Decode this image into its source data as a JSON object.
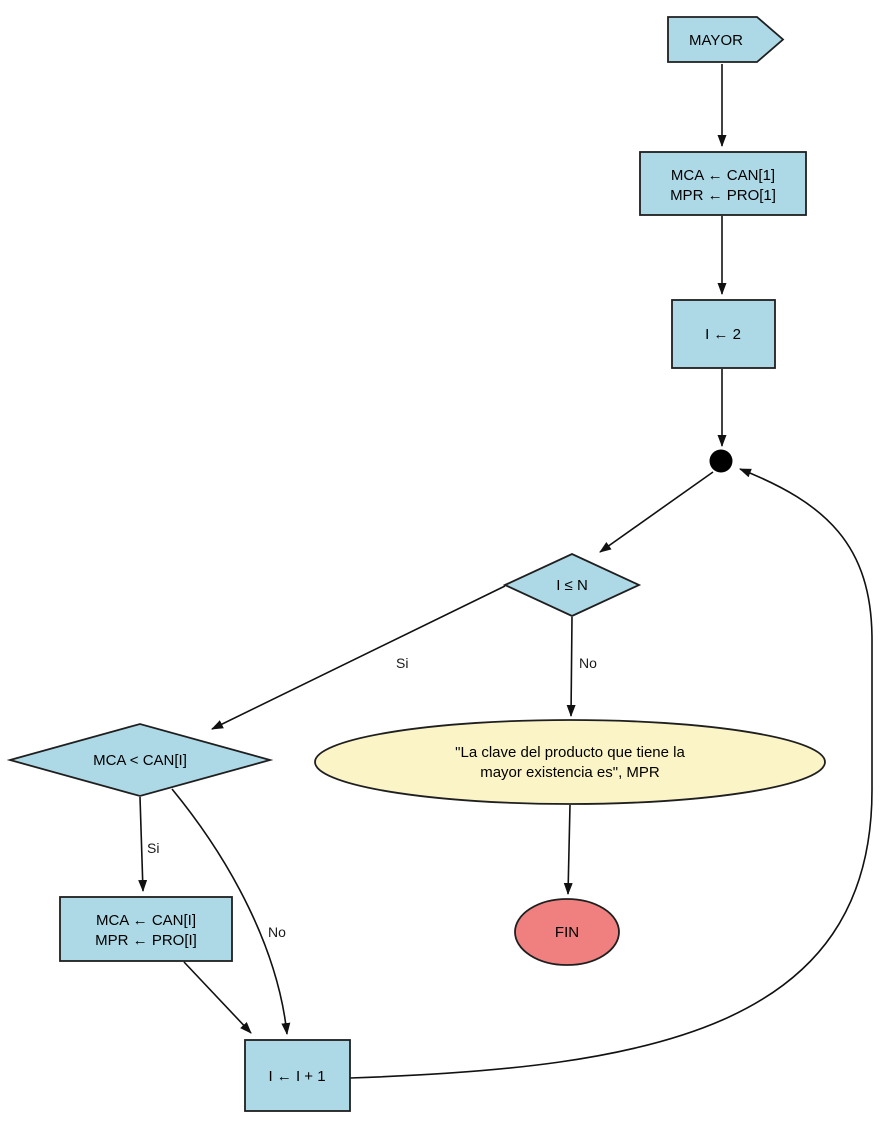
{
  "diagram": {
    "type": "flowchart",
    "colors": {
      "node_fill": "#add8e6",
      "output_fill": "#fbf4c6",
      "end_fill": "#f08080",
      "junction_fill": "#000000",
      "stroke": "#1f1f1f"
    },
    "nodes": {
      "start": {
        "label": "MAYOR"
      },
      "init": {
        "line1": "MCA ← CAN[1]",
        "line2": "MPR ← PRO[1]"
      },
      "set_index": {
        "label": "I ← 2"
      },
      "loop_condition": {
        "label": "I ≤ N"
      },
      "compare_condition": {
        "label": "MCA < CAN[I]"
      },
      "output_message": {
        "line1": "\"La clave del producto que tiene la",
        "line2": "mayor existencia es\", MPR"
      },
      "end": {
        "label": "FIN"
      },
      "update_max": {
        "line1": "MCA ← CAN[I]",
        "line2": "MPR ← PRO[I]"
      },
      "increment": {
        "label": "I ← I + 1"
      }
    },
    "edge_labels": {
      "loop_si": "Si",
      "loop_no": "No",
      "compare_si": "Si",
      "compare_no": "No"
    }
  }
}
